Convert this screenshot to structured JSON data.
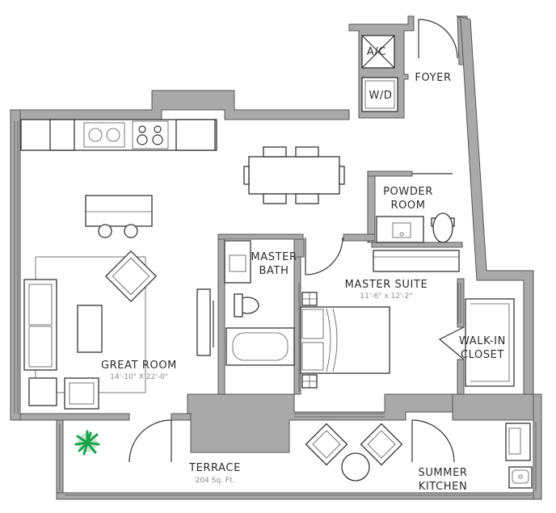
{
  "rooms": {
    "foyer": "FOYER",
    "ac": "A/C",
    "wd": "W/D",
    "powder_line1": "POWDER",
    "powder_line2": "ROOM",
    "master_bath_line1": "MASTER",
    "master_bath_line2": "BATH",
    "master_suite": "MASTER SUITE",
    "master_suite_dims": "11'-6\" x 12'-2\"",
    "walkin_line1": "WALK-IN",
    "walkin_line2": "CLOSET",
    "great_room": "GREAT ROOM",
    "great_room_dims": "14'-10\" X 22'-0\"",
    "terrace": "TERRACE",
    "terrace_area": "204 Sq. Ft.",
    "summer_line1": "SUMMER",
    "summer_line2": "KITCHEN"
  },
  "colors": {
    "wall": "#a9a9a9",
    "line": "#333333",
    "plant": "#1aa34a"
  }
}
